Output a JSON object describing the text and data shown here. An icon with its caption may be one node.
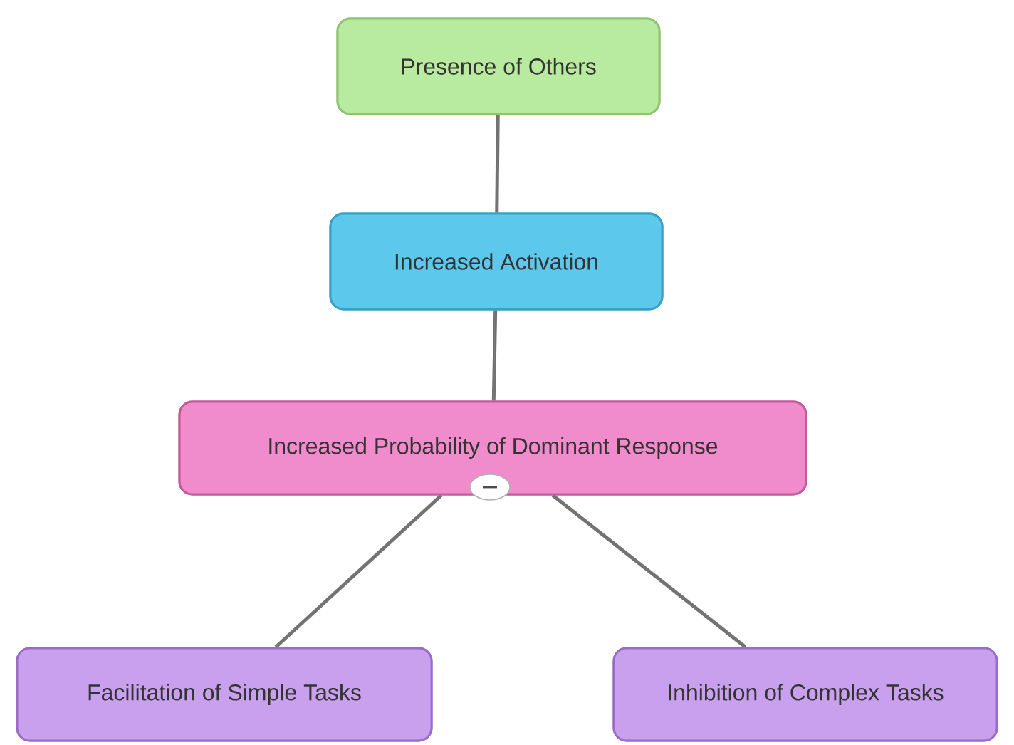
{
  "diagram": {
    "nodes": [
      {
        "text": [
          "Presence of Others"
        ]
      },
      {
        "text": [
          "Increased Activation"
        ]
      },
      {
        "text": [
          "Increased Probability of Dominant Response"
        ]
      },
      {
        "text": [
          "Facilitation of Simple Tasks"
        ]
      },
      {
        "text": [
          "Inhibition of Complex Tasks"
        ]
      }
    ],
    "edges": [
      {
        "from": 0,
        "to": 1,
        "arrow": "none"
      },
      {
        "from": 1,
        "to": 2,
        "arrow": "none"
      },
      {
        "from": 2,
        "to": 3,
        "arrow": "none"
      },
      {
        "from": 2,
        "to": 4,
        "arrow": "none"
      }
    ]
  }
}
